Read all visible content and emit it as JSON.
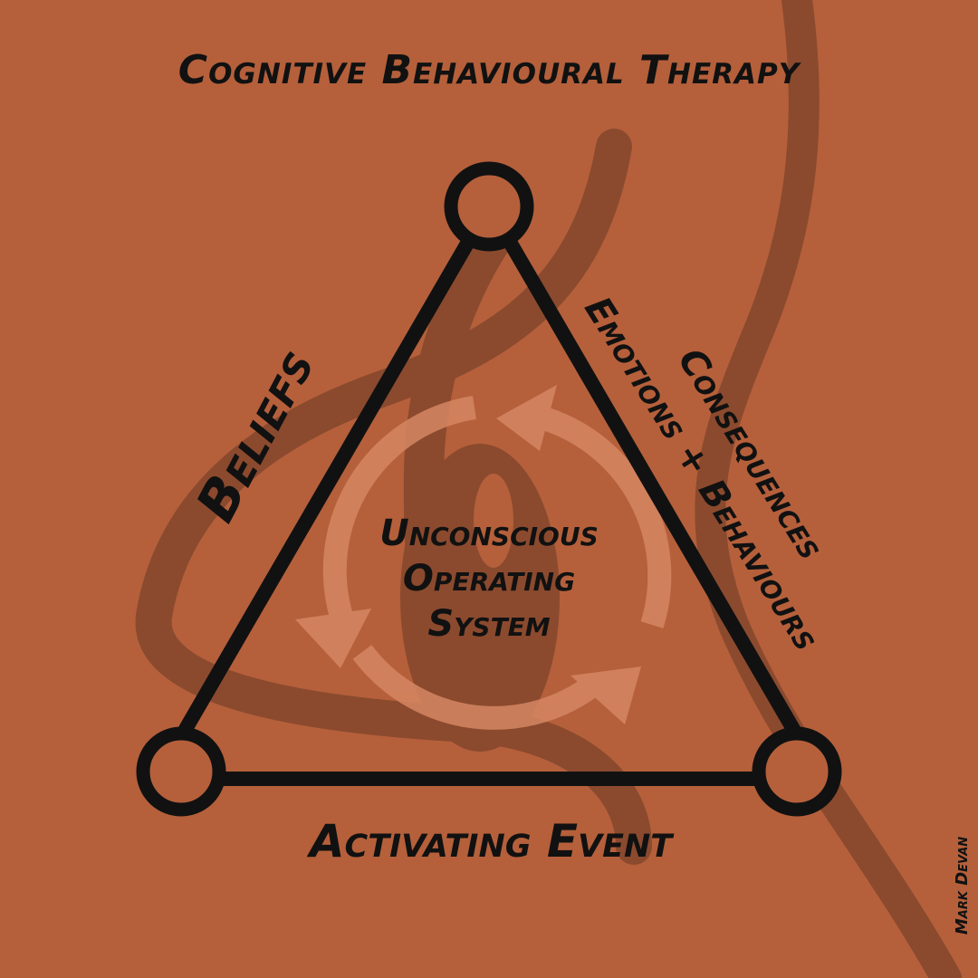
{
  "title": "Cognitive Behavioural Therapy",
  "vertices": {
    "top": {
      "label": ""
    },
    "bottom_left": {
      "label": ""
    },
    "bottom_right": {
      "label": ""
    }
  },
  "edges": {
    "left": {
      "label": "Beliefs"
    },
    "right": {
      "line1": "Consequences",
      "line2": "Emotions + Behaviours"
    },
    "bottom": {
      "label": "Activating Event"
    }
  },
  "center": {
    "line1": "Unconscious",
    "line2": "Operating",
    "line3": "System"
  },
  "signature": "Mark Devan",
  "colors": {
    "background": "#b5603b",
    "swirl": "#8b4a2e",
    "cycle_arrows": "#d58662",
    "ink": "#111111"
  },
  "icons": {
    "center_cycle": "circular-arrows-icon",
    "background_swirl": "swirl-decoration"
  }
}
